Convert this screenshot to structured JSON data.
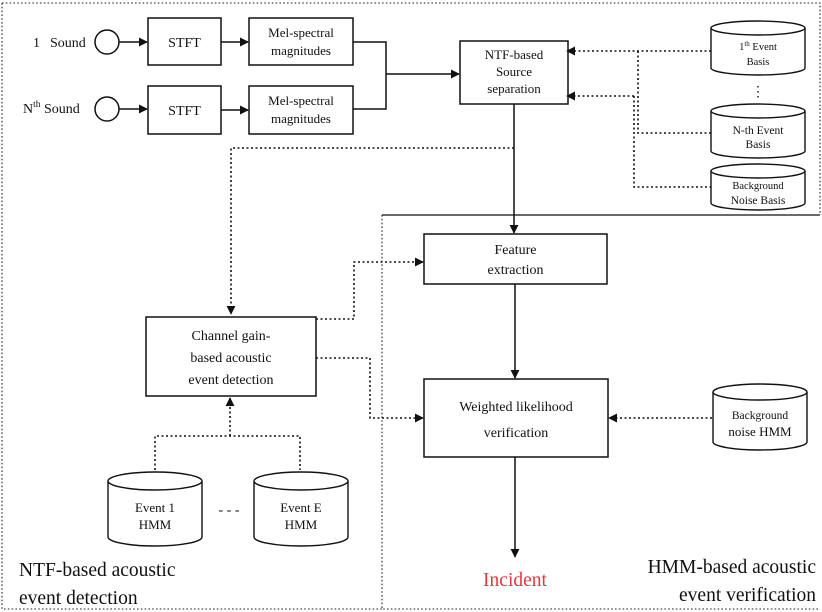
{
  "inputs": {
    "first_prefix": "1",
    "first_label": "Sound",
    "nth_prefix": "N",
    "nth_sup": "th",
    "nth_label": " Sound"
  },
  "stft_label": "STFT",
  "mel": {
    "line1": "Mel-spectral",
    "line2": "magnitudes"
  },
  "ntf_sep": {
    "line1": "NTF-based",
    "line2": "Source",
    "line3": "separation"
  },
  "bases": {
    "first": {
      "prefix": "1",
      "sup": "th",
      "suffix": " Event",
      "line2": "Basis"
    },
    "dots": "⋮",
    "nth": {
      "line1": "N-th Event",
      "line2": "Basis"
    },
    "background": {
      "line1": "Background",
      "line2": "Noise Basis"
    }
  },
  "feature": {
    "line1": "Feature",
    "line2": "extraction"
  },
  "channel_gain": {
    "line1": "Channel gain-",
    "line2": "based acoustic",
    "line3": "event detection"
  },
  "verification": {
    "line1": "Weighted likelihood",
    "line2": "verification"
  },
  "background_hmm": {
    "line1": "Background",
    "line2": "noise HMM"
  },
  "event_hmms": {
    "first": {
      "line1": "Event 1",
      "line2": "HMM"
    },
    "dots": "- - -",
    "last": {
      "line1": "Event E",
      "line2": "HMM"
    }
  },
  "output": {
    "label": "Incident",
    "color": "#e0383e"
  },
  "regions": {
    "detection": {
      "line1": "NTF-based acoustic",
      "line2": "event detection"
    },
    "verification": {
      "line1": "HMM-based acoustic",
      "line2": "event verification"
    }
  }
}
